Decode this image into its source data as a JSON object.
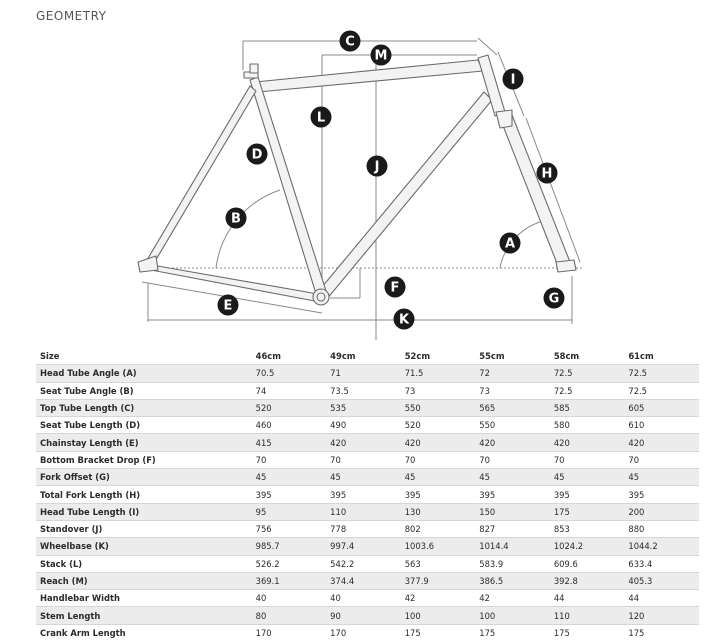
{
  "page": {
    "title": "GEOMETRY"
  },
  "diagram": {
    "labels": [
      "A",
      "B",
      "C",
      "D",
      "E",
      "F",
      "G",
      "H",
      "I",
      "J",
      "K",
      "L",
      "M"
    ]
  },
  "table": {
    "header": [
      "Size",
      "46cm",
      "49cm",
      "52cm",
      "55cm",
      "58cm",
      "61cm"
    ],
    "rows": [
      {
        "label": "Head Tube Angle (A)",
        "values": [
          "70.5",
          "71",
          "71.5",
          "72",
          "72.5",
          "72.5"
        ]
      },
      {
        "label": "Seat Tube Angle (B)",
        "values": [
          "74",
          "73.5",
          "73",
          "73",
          "72.5",
          "72.5"
        ]
      },
      {
        "label": "Top Tube Length (C)",
        "values": [
          "520",
          "535",
          "550",
          "565",
          "585",
          "605"
        ]
      },
      {
        "label": "Seat Tube Length (D)",
        "values": [
          "460",
          "490",
          "520",
          "550",
          "580",
          "610"
        ]
      },
      {
        "label": "Chainstay Length (E)",
        "values": [
          "415",
          "420",
          "420",
          "420",
          "420",
          "420"
        ]
      },
      {
        "label": "Bottom Bracket Drop (F)",
        "values": [
          "70",
          "70",
          "70",
          "70",
          "70",
          "70"
        ]
      },
      {
        "label": "Fork Offset (G)",
        "values": [
          "45",
          "45",
          "45",
          "45",
          "45",
          "45"
        ]
      },
      {
        "label": "Total Fork Length (H)",
        "values": [
          "395",
          "395",
          "395",
          "395",
          "395",
          "395"
        ]
      },
      {
        "label": "Head Tube Length (I)",
        "values": [
          "95",
          "110",
          "130",
          "150",
          "175",
          "200"
        ]
      },
      {
        "label": "Standover (J)",
        "values": [
          "756",
          "778",
          "802",
          "827",
          "853",
          "880"
        ]
      },
      {
        "label": "Wheelbase (K)",
        "values": [
          "985.7",
          "997.4",
          "1003.6",
          "1014.4",
          "1024.2",
          "1044.2"
        ]
      },
      {
        "label": "Stack (L)",
        "values": [
          "526.2",
          "542.2",
          "563",
          "583.9",
          "609.6",
          "633.4"
        ]
      },
      {
        "label": "Reach (M)",
        "values": [
          "369.1",
          "374.4",
          "377.9",
          "386.5",
          "392.8",
          "405.3"
        ]
      },
      {
        "label": "Handlebar Width",
        "values": [
          "40",
          "40",
          "42",
          "42",
          "44",
          "44"
        ]
      },
      {
        "label": "Stem Length",
        "values": [
          "80",
          "90",
          "100",
          "100",
          "110",
          "120"
        ]
      },
      {
        "label": "Crank Arm Length",
        "values": [
          "170",
          "170",
          "175",
          "175",
          "175",
          "175"
        ]
      }
    ]
  }
}
